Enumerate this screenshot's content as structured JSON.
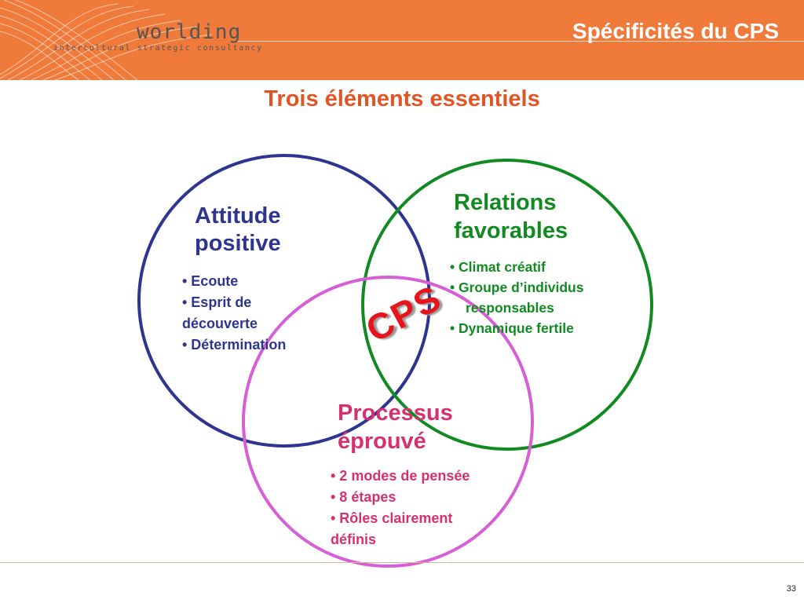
{
  "header": {
    "brand": "worlding",
    "tagline": "intercultural strategic consultancy",
    "title": "Spécificités du CPS",
    "background_color": "#f07a3a"
  },
  "subtitle": "Trois éléments essentiels",
  "venn": {
    "center_label": "CPS",
    "attitude": {
      "heading_line1": "Attitude",
      "heading_line2": "positive",
      "color": "#2e3590",
      "items": [
        "• Ecoute",
        "• Esprit de",
        "découverte",
        "• Détermination"
      ]
    },
    "relations": {
      "heading_line1": "Relations",
      "heading_line2": "favorables",
      "color": "#128a22",
      "items": [
        "•  Climat créatif",
        "•  Groupe d’individus responsables",
        "•  Dynamique fertile"
      ]
    },
    "processus": {
      "heading_line1": "Processus",
      "heading_line2": "éprouvé",
      "color": "#d6306f",
      "items": [
        "• 2 modes de pensée",
        "• 8 étapes",
        "• Rôles clairement",
        "définis"
      ]
    }
  },
  "footer": {
    "page_number": "33"
  }
}
